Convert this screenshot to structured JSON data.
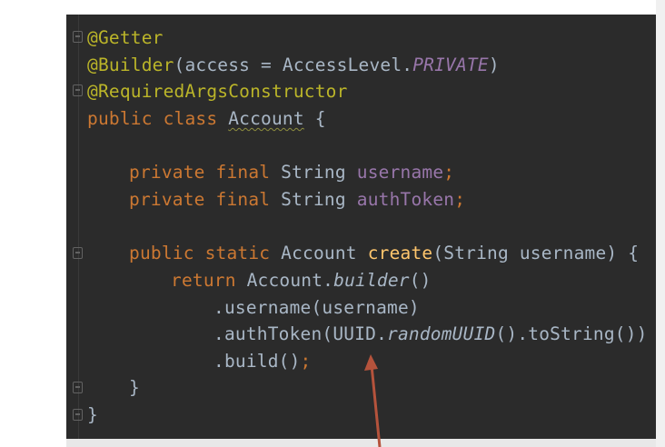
{
  "code": {
    "line1": {
      "annotation": "@Getter"
    },
    "line2": {
      "annotation": "@Builder",
      "open": "(access = AccessLevel.",
      "constant": "PRIVATE",
      "close": ")"
    },
    "line3": {
      "annotation": "@RequiredArgsConstructor"
    },
    "line4": {
      "kw": "public class ",
      "classname": "Account",
      "rest": " {"
    },
    "line5": {
      "kw": "private final ",
      "type": "String ",
      "field": "username",
      "semi": ";"
    },
    "line6": {
      "kw": "private final ",
      "type": "String ",
      "field": "authToken",
      "semi": ";"
    },
    "line7": {
      "kw": "public static ",
      "type": "Account ",
      "method": "create",
      "params": "(String username) {"
    },
    "line8": {
      "kw": "return ",
      "obj": "Account.",
      "call": "builder",
      "rest": "()"
    },
    "line9": {
      "text": ".username(username)"
    },
    "line10": {
      "pre": ".authToken(UUID.",
      "call": "randomUUID",
      "post": "().toString())"
    },
    "line11": {
      "pre": ".build()",
      "semi": ";"
    },
    "line12": {
      "text": "}"
    },
    "line13": {
      "text": "}"
    }
  },
  "colors": {
    "editor_bg": "#2b2b2b",
    "annotation": "#bbb529",
    "keyword": "#cc7832",
    "field": "#9876aa",
    "method": "#ffc66d",
    "text": "#a9b7c6",
    "arrow": "#b5533c"
  },
  "icons": [
    "fold-icon",
    "arrow-pointer"
  ]
}
